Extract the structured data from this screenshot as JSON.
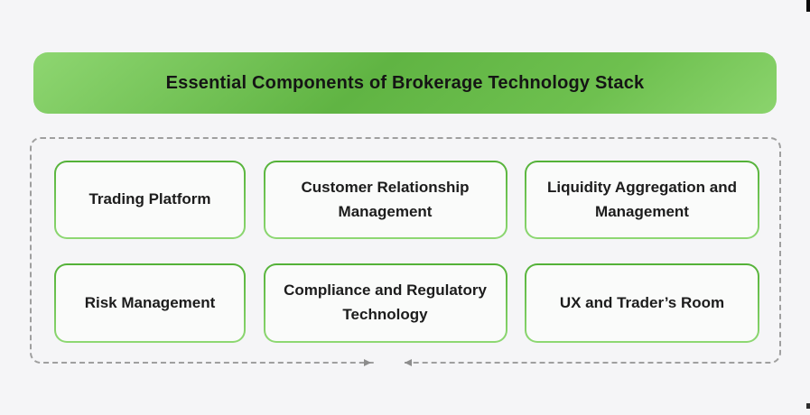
{
  "header": {
    "title": "Essential Components of Brokerage Technology Stack"
  },
  "panel": {
    "boxes": [
      {
        "id": "trading-platform",
        "label": "Trading Platform"
      },
      {
        "id": "customer-relationship-management",
        "label": "Customer Relationship Management"
      },
      {
        "id": "liquidity-aggregation-and-management",
        "label": "Liquidity Aggregation and Management"
      },
      {
        "id": "risk-management",
        "label": "Risk Management"
      },
      {
        "id": "compliance-and-regulatory-technology",
        "label": "Compliance and Regulatory Technology"
      },
      {
        "id": "ux-and-traders-room",
        "label": "UX and Trader’s Room"
      }
    ]
  },
  "icons": {
    "bottom_arrows": [
      "arrow-right-icon",
      "arrow-left-icon"
    ]
  },
  "colors": {
    "page_background": "#f5f5f7",
    "banner_gradient_light": "#8ed671",
    "banner_gradient_dark": "#60b443",
    "box_border_gradient_top": "#53b137",
    "box_border_gradient_bottom": "#8ed873",
    "box_background": "#fafbfa",
    "dashed_border": "#9f9f9f",
    "arrow": "#8d8d8d",
    "title_text": "#151515",
    "box_text": "#1c1c1c"
  }
}
